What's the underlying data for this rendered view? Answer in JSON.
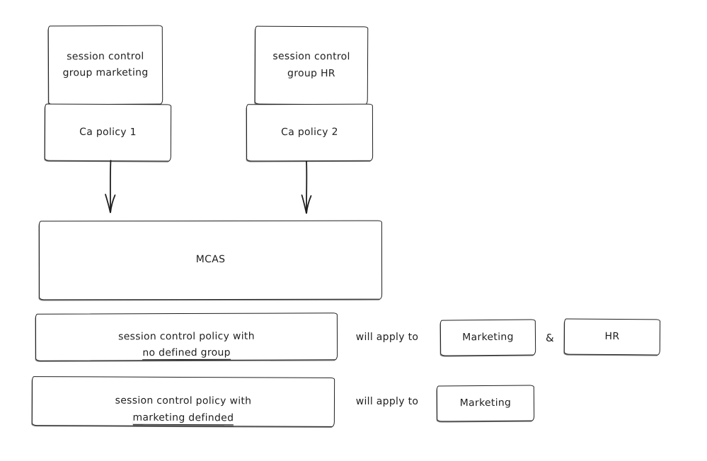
{
  "style": {
    "ink_color": "#1e1e1e",
    "background_color": "#ffffff"
  },
  "diagram": {
    "groups": [
      {
        "group_label": "session control\ngroup marketing",
        "policy_label": "Ca policy 1"
      },
      {
        "group_label": "session control\ngroup HR",
        "policy_label": "Ca policy 2"
      }
    ],
    "hub_label": "MCAS",
    "rules": [
      {
        "prefix": "session control policy with",
        "underlined": "no defined group",
        "connector": "will apply to",
        "joiner": "&",
        "targets": [
          "Marketing",
          "HR"
        ]
      },
      {
        "prefix": "session control policy with",
        "underlined": "marketing definded",
        "connector": "will apply to",
        "targets": [
          "Marketing"
        ]
      }
    ]
  }
}
